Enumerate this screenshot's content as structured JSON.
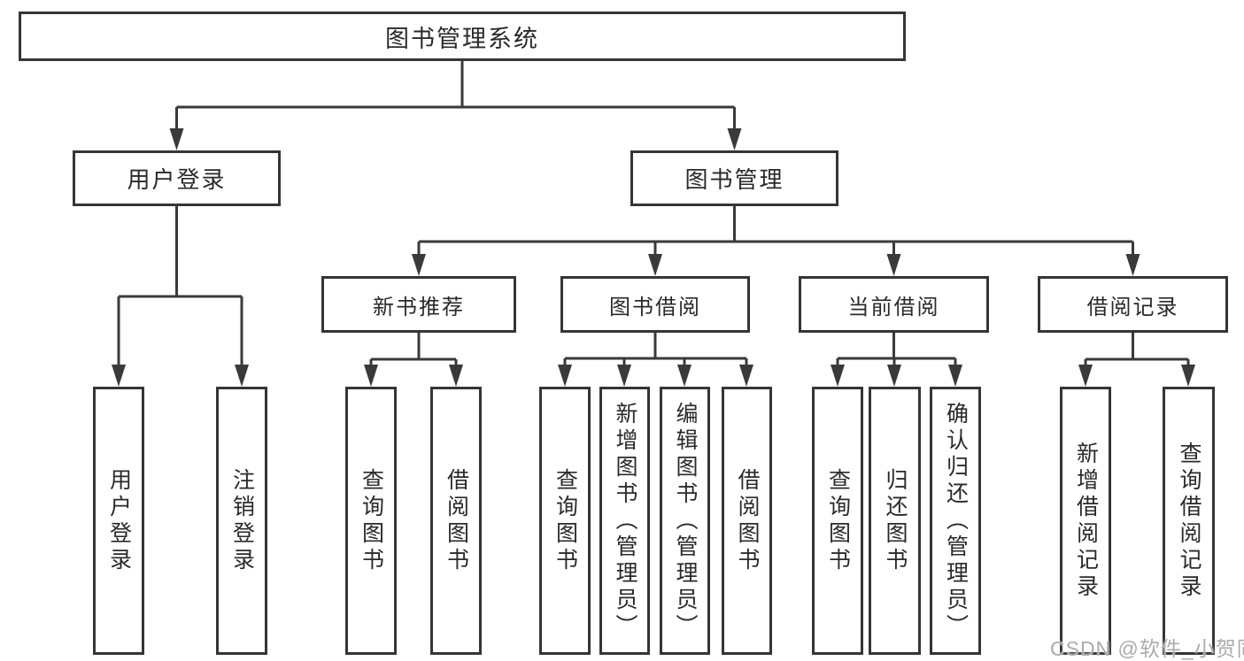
{
  "diagram": {
    "title": "图书管理系统",
    "root": {
      "label": "图书管理系统"
    },
    "level2": [
      {
        "label": "用户登录"
      },
      {
        "label": "图书管理"
      }
    ],
    "level3": [
      {
        "label": "新书推荐"
      },
      {
        "label": "图书借阅"
      },
      {
        "label": "当前借阅"
      },
      {
        "label": "借阅记录"
      }
    ],
    "leaves": [
      {
        "label": "用户登录",
        "parent": "用户登录"
      },
      {
        "label": "注销登录",
        "parent": "用户登录"
      },
      {
        "label": "查询图书",
        "parent": "新书推荐"
      },
      {
        "label": "借阅图书",
        "parent": "新书推荐"
      },
      {
        "label": "查询图书",
        "parent": "图书借阅"
      },
      {
        "label": "新增图书（管理员）",
        "parent": "图书借阅"
      },
      {
        "label": "编辑图书（管理员）",
        "parent": "图书借阅"
      },
      {
        "label": "借阅图书",
        "parent": "图书借阅"
      },
      {
        "label": "查询图书",
        "parent": "当前借阅"
      },
      {
        "label": "归还图书",
        "parent": "当前借阅"
      },
      {
        "label": "确认归还（管理员）",
        "parent": "当前借阅"
      },
      {
        "label": "新增借阅记录",
        "parent": "借阅记录"
      },
      {
        "label": "查询借阅记录",
        "parent": "借阅记录"
      }
    ],
    "colors": {
      "line": "#3a3a3a",
      "box_border": "#353535",
      "box_fill": "#ffffff",
      "text": "#2a2a2a",
      "watermark": "#ababab"
    }
  },
  "watermark": {
    "text": "CSDN @软件_小贺同学"
  }
}
